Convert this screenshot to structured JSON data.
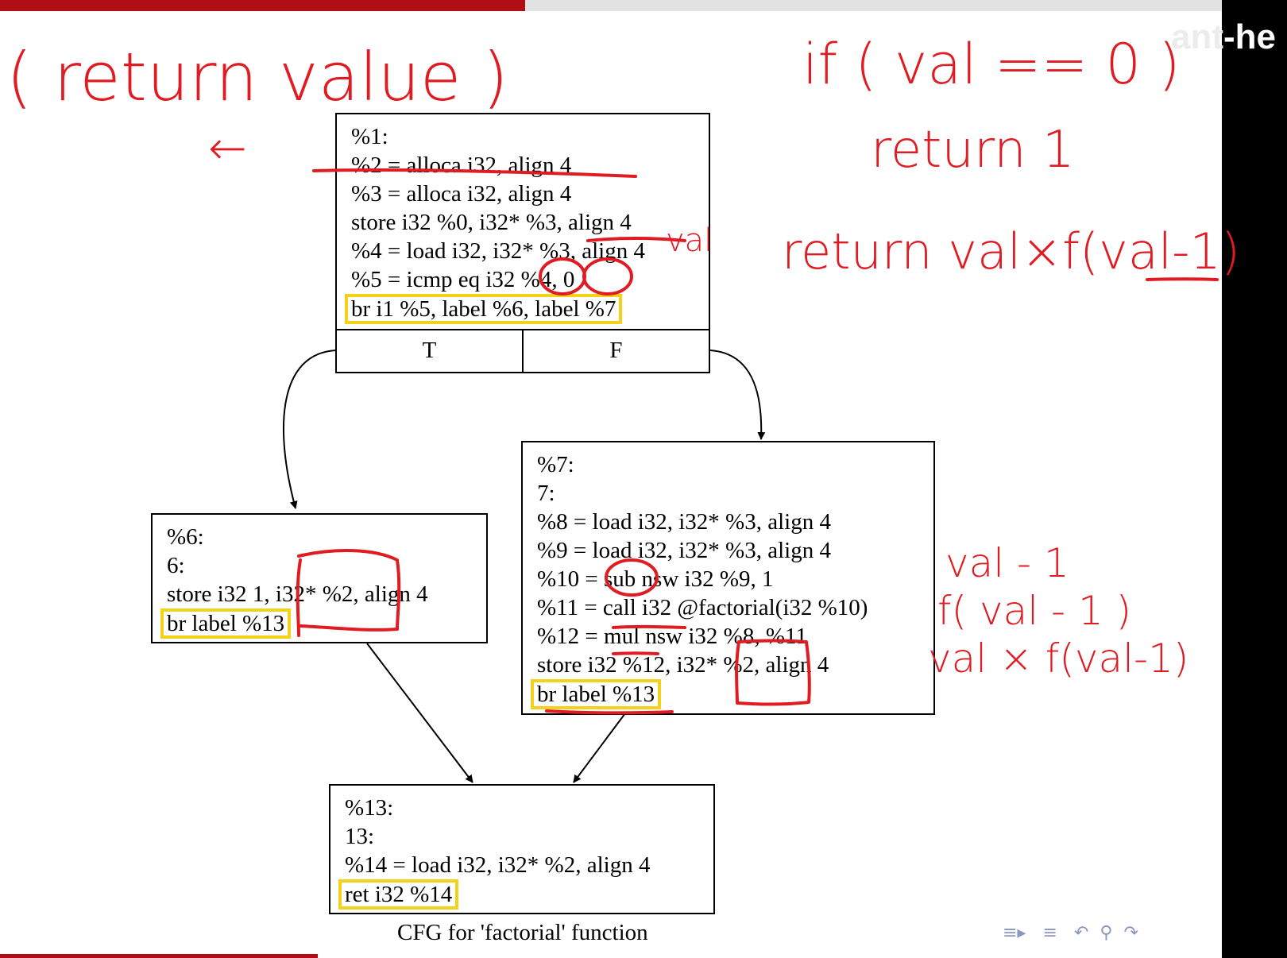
{
  "slide": {
    "progress_fraction": 0.43,
    "watermark": {
      "main": "ant",
      "tail": "-he"
    },
    "caption": "CFG for 'factorial' function",
    "nav_icons": [
      "section-prev-icon",
      "section-icon",
      "undo-icon",
      "zoom-icon",
      "redo-icon"
    ]
  },
  "cfg": {
    "entry": {
      "lines": [
        "%1:",
        "%2 = alloca i32, align 4",
        "%3 = alloca i32, align 4",
        "store i32 %0, i32* %3, align 4",
        "%4 = load i32, i32* %3, align 4",
        "%5 = icmp eq i32 %4, 0"
      ],
      "branch": "br i1 %5, label %6, label %7",
      "port_true": "T",
      "port_false": "F"
    },
    "block6": {
      "lines": [
        "%6:",
        "6:",
        "store i32 1, i32* %2, align 4"
      ],
      "branch": "br label %13"
    },
    "block7": {
      "lines": [
        "%7:",
        "7:",
        "%8 = load i32, i32* %3, align 4",
        "%9 = load i32, i32* %3, align 4",
        "%10 = sub nsw i32 %9, 1",
        "%11 = call i32 @factorial(i32 %10)",
        "%12 = mul nsw i32 %8, %11",
        "store i32 %12, i32* %2, align 4"
      ],
      "branch": "br label %13"
    },
    "block13": {
      "lines": [
        "%13:",
        "13:",
        "%14 = load i32, i32* %2, align 4"
      ],
      "branch": "ret i32 %14"
    }
  },
  "annotations": {
    "return_value": "( return value )",
    "arrow": "←",
    "if_line": "if ( val == 0 )",
    "return_one": "return 1",
    "return_rec": "return val×f(val-1)",
    "val_label": "val",
    "val_minus": "val - 1",
    "f_val_minus": "f( val - 1 )",
    "val_times": "val × f(val-1)",
    "ink_color": "#e01b22"
  },
  "colors": {
    "highlight": "#f4d21a",
    "progress": "#b00e14",
    "nav": "#8d94c0"
  }
}
